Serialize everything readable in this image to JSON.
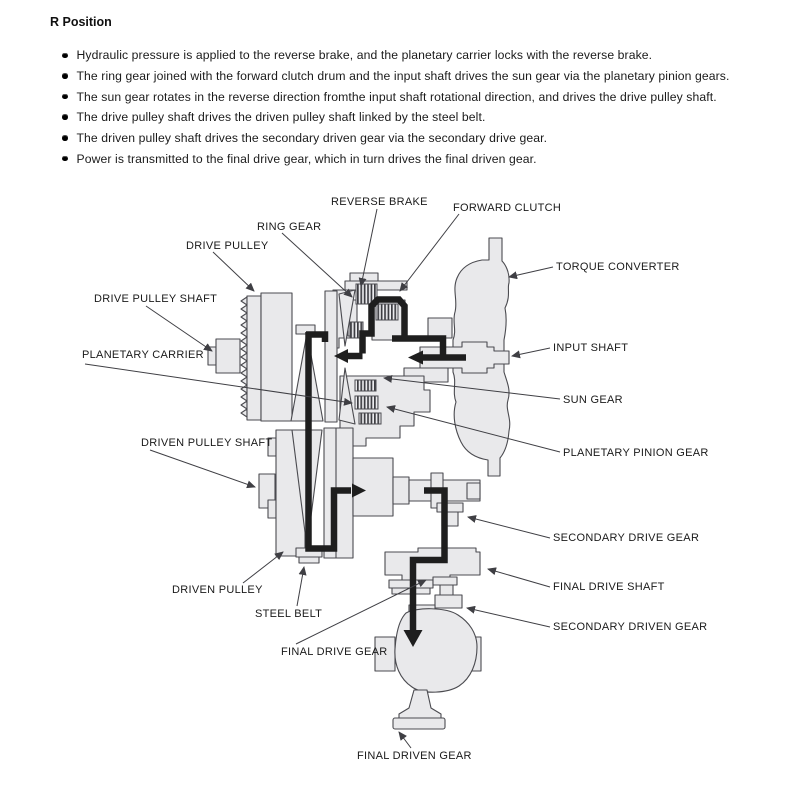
{
  "colors": {
    "machine-fill": "#e9e9eb",
    "machine-outline": "#4b4b50",
    "power-flow": "#1e1e1e",
    "leader": "#3f3f44",
    "text": "#151515"
  },
  "header": {
    "title": "R Position"
  },
  "bullets": [
    "Hydraulic pressure is applied to the reverse brake, and the planetary carrier locks with the reverse brake.",
    "The ring gear joined with the forward clutch drum and the input shaft drives the sun gear via the planetary pinion gears.",
    "The sun gear rotates in the reverse direction fromthe input shaft rotational direction, and drives the drive pulley shaft.",
    "The drive pulley shaft drives the driven pulley shaft linked by the steel belt.",
    "The driven pulley shaft drives the secondary driven gear via the secondary drive gear.",
    "Power is transmitted to the final drive gear, which in turn drives the final driven gear."
  ],
  "diagram": {
    "labels": [
      {
        "id": "reverse-brake",
        "text": "REVERSE BRAKE"
      },
      {
        "id": "forward-clutch",
        "text": "FORWARD CLUTCH"
      },
      {
        "id": "ring-gear",
        "text": "RING GEAR"
      },
      {
        "id": "drive-pulley",
        "text": "DRIVE PULLEY"
      },
      {
        "id": "torque-converter",
        "text": "TORQUE CONVERTER"
      },
      {
        "id": "drive-pulley-shaft",
        "text": "DRIVE PULLEY SHAFT"
      },
      {
        "id": "input-shaft",
        "text": "INPUT SHAFT"
      },
      {
        "id": "planetary-carrier",
        "text": "PLANETARY CARRIER"
      },
      {
        "id": "sun-gear",
        "text": "SUN GEAR"
      },
      {
        "id": "planetary-pinion-gear",
        "text": "PLANETARY PINION GEAR"
      },
      {
        "id": "driven-pulley-shaft",
        "text": "DRIVEN PULLEY SHAFT"
      },
      {
        "id": "secondary-drive-gear",
        "text": "SECONDARY DRIVE GEAR"
      },
      {
        "id": "final-drive-shaft",
        "text": "FINAL DRIVE SHAFT"
      },
      {
        "id": "driven-pulley",
        "text": "DRIVEN PULLEY"
      },
      {
        "id": "secondary-driven-gear",
        "text": "SECONDARY DRIVEN GEAR"
      },
      {
        "id": "steel-belt",
        "text": "STEEL BELT"
      },
      {
        "id": "final-drive-gear",
        "text": "FINAL DRIVE GEAR"
      },
      {
        "id": "final-driven-gear",
        "text": "FINAL DRIVEN GEAR"
      }
    ]
  }
}
